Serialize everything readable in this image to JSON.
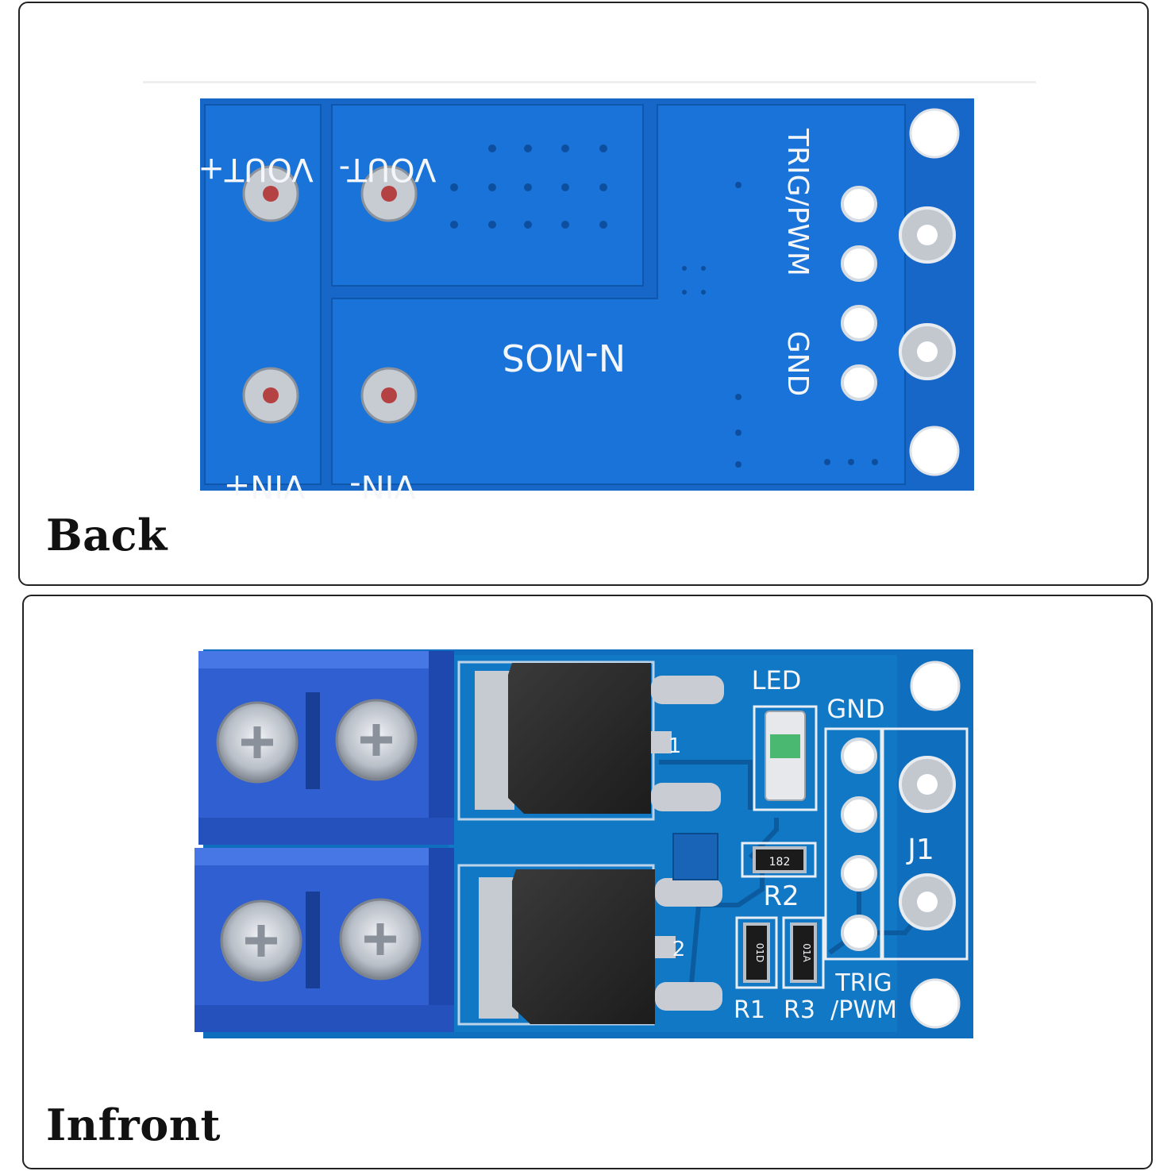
{
  "back": {
    "caption": "Back",
    "labels": {
      "vout_plus": "VOUT+",
      "vout_minus": "VOUT-",
      "vin_plus": "VIN+",
      "vin_minus": "VIN-",
      "mos": "N-MOS",
      "trig_pwm": "TRIG/PWM",
      "gnd": "GND"
    }
  },
  "front": {
    "caption": "Infront",
    "labels": {
      "led": "LED",
      "gnd": "GND",
      "j1": "J1",
      "r2": "R2",
      "r1": "R1",
      "r3": "R3",
      "trig": "TRIG",
      "pwm": "/PWM",
      "q1": "1",
      "q2": "2",
      "r2_code": "182",
      "r1_code": "01D",
      "r3_code": "01A"
    }
  },
  "colors": {
    "pcb": "#1569c8",
    "pcb_dark": "#0c4f9a",
    "terminal_block": "#2f5fd0",
    "mosfet": "#2b2b2b",
    "pad": "#d9dde3"
  }
}
